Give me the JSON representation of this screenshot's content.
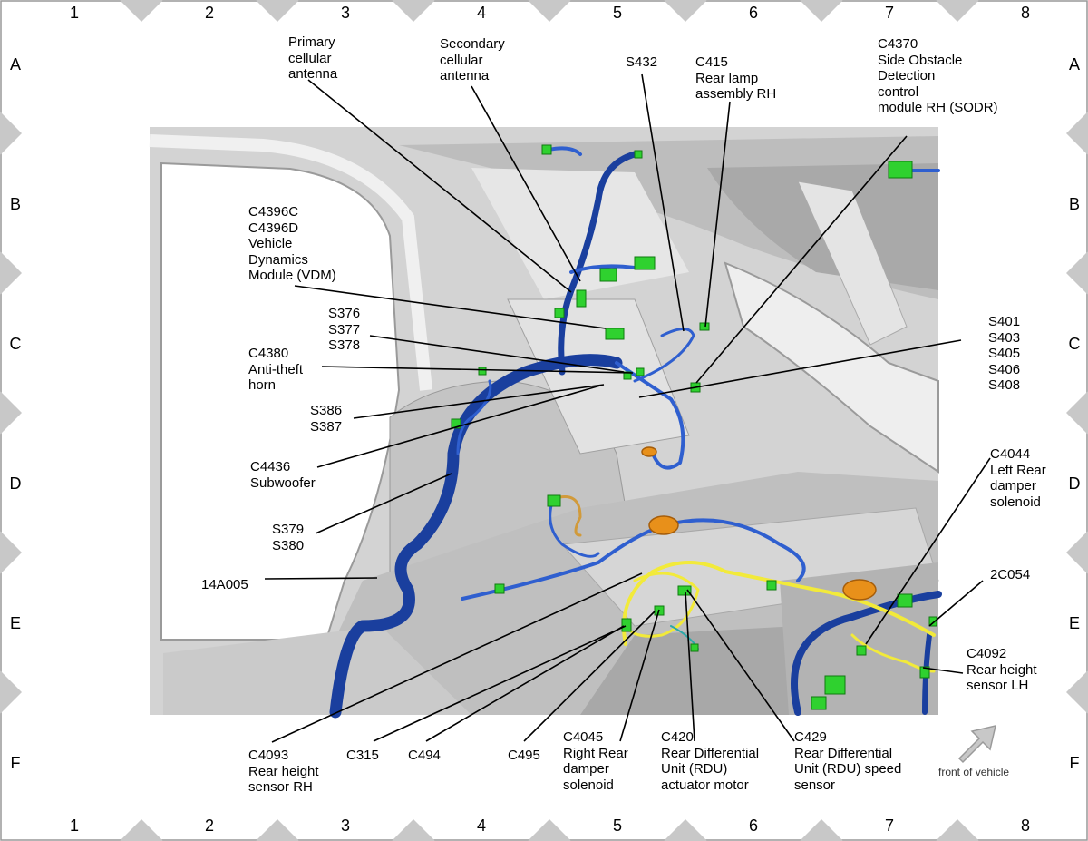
{
  "grid": {
    "columns": [
      "1",
      "2",
      "3",
      "4",
      "5",
      "6",
      "7",
      "8"
    ],
    "rows": [
      "A",
      "B",
      "C",
      "D",
      "E",
      "F"
    ]
  },
  "labels": {
    "primary_cellular_antenna": "Primary\ncellular\nantenna",
    "secondary_cellular_antenna": "Secondary\ncellular\nantenna",
    "s432": "S432",
    "c415": "C415\nRear lamp\nassembly RH",
    "c4370": "C4370\nSide Obstacle\nDetection\ncontrol\nmodule RH (SODR)",
    "c4396": "C4396C\nC4396D\nVehicle\nDynamics\nModule (VDM)",
    "s376": "S376\nS377\nS378",
    "c4380": "C4380\nAnti-theft\nhorn",
    "s401": "S401\nS403\nS405\nS406\nS408",
    "s386": "S386\nS387",
    "c4436": "C4436\nSubwoofer",
    "c4044": "C4044\nLeft Rear\ndamper\nsolenoid",
    "s379": "S379\nS380",
    "14a005": "14A005",
    "2c054": "2C054",
    "c4092": "C4092\nRear height\nsensor LH",
    "c4093": "C4093\nRear height\nsensor RH",
    "c315": "C315",
    "c494": "C494",
    "c495": "C495",
    "c4045": "C4045\nRight Rear\ndamper\nsolenoid",
    "c420": "C420\nRear Differential\nUnit (RDU)\nactuator motor",
    "c429": "C429\nRear Differential\nUnit (RDU) speed\nsensor"
  },
  "front_of_vehicle": "front of vehicle",
  "colors": {
    "harness_dark_blue": "#1a3f9e",
    "harness_blue": "#2f5fcf",
    "connector_green": "#2fd12f",
    "wire_yellow": "#f2ea3a",
    "grommet_orange": "#e8901a",
    "body_gray": "#d9d9d9"
  }
}
